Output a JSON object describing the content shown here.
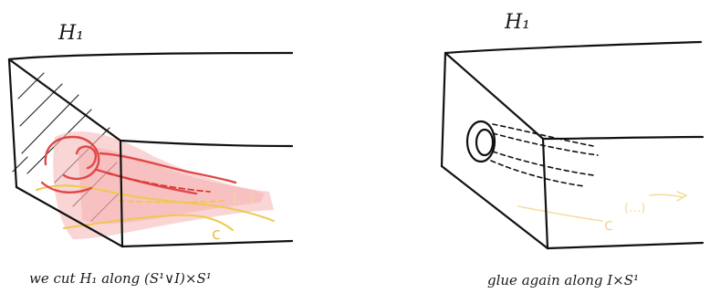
{
  "left_panel": {
    "title": "H₁",
    "caption": "we cut H₁ along (S¹∨I)×S¹",
    "dots_label": "(…)",
    "curve_label": "c"
  },
  "right_panel": {
    "title": "H₁",
    "caption": "glue again along I×S¹",
    "dots_label": "(…)",
    "curve_label": "c"
  },
  "colors": {
    "ink": "#111111",
    "red": "#e04848",
    "pink_fill": "#f6b9b9",
    "yellow": "#efc84e"
  }
}
